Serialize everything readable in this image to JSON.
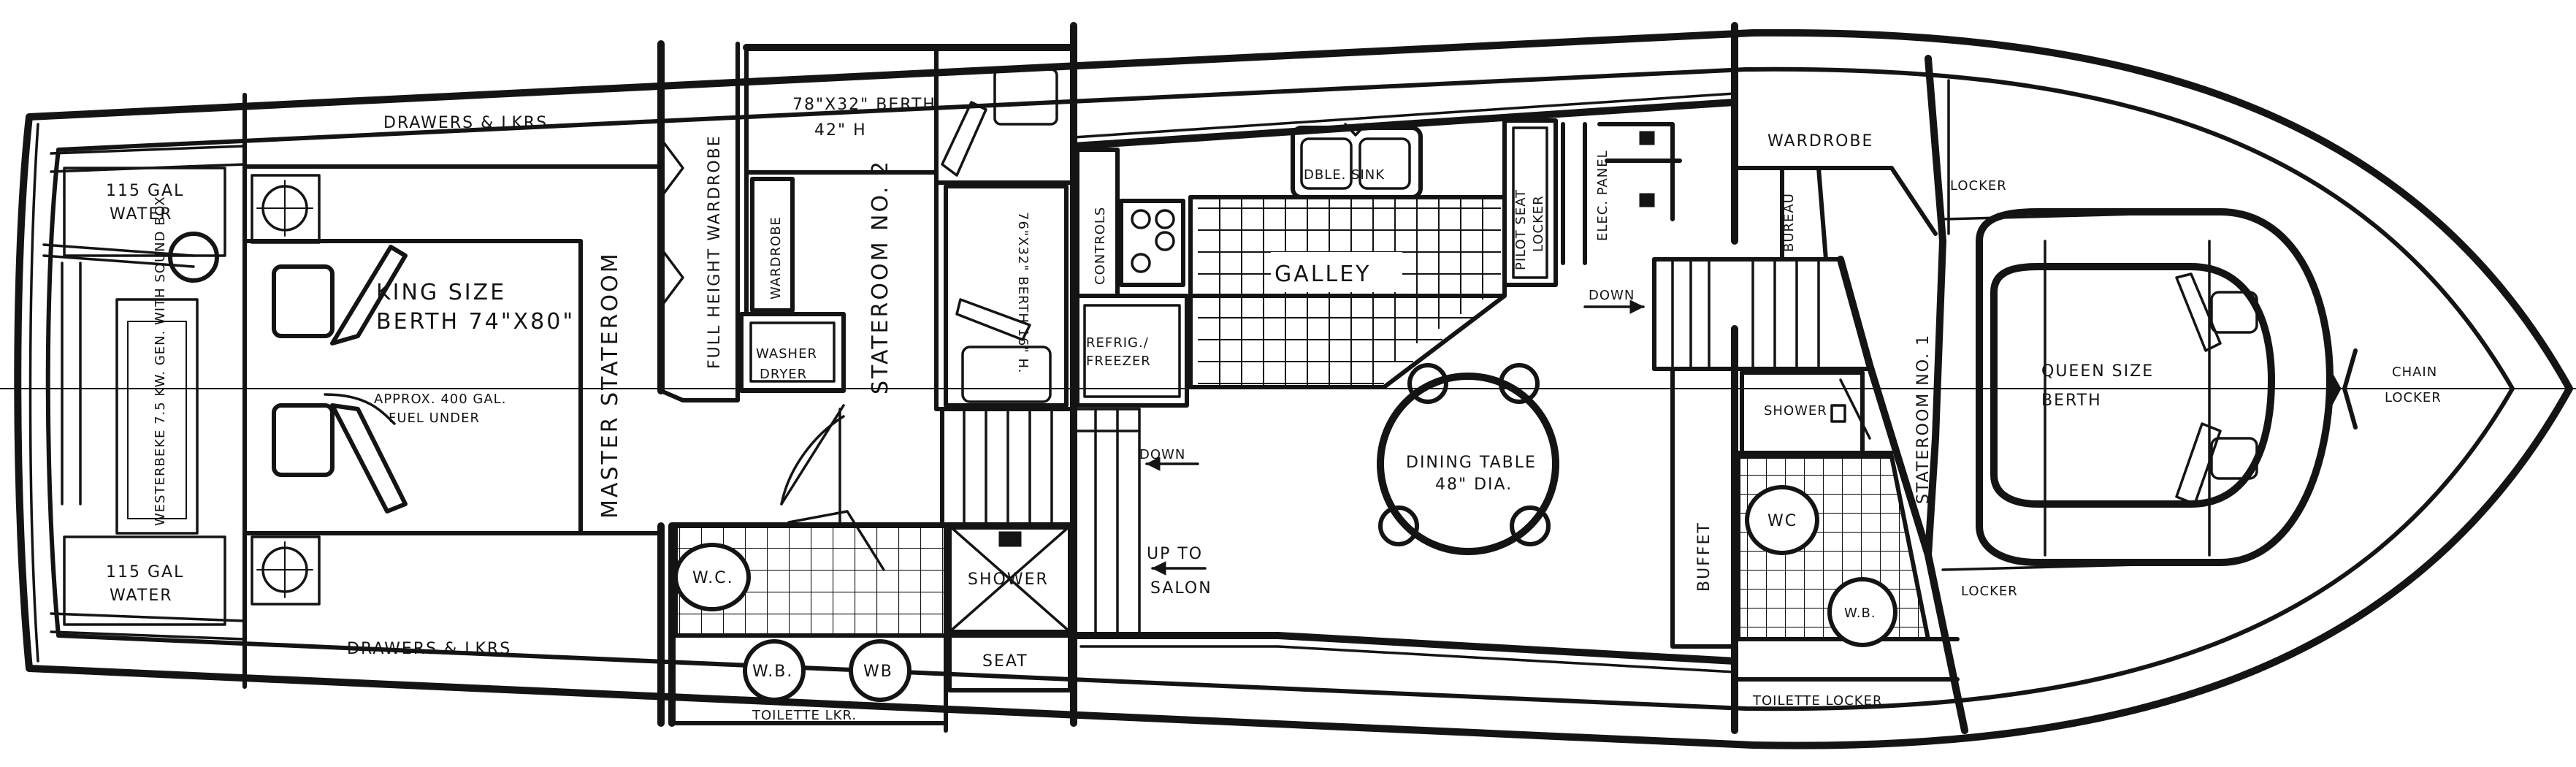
{
  "labels": {
    "drawers_top": "DRAWERS & LKRS.",
    "drawers_bottom": "DRAWERS & LKRS",
    "water_top_1": "115 GAL",
    "water_top_2": "WATER",
    "water_bottom_1": "115 GAL",
    "water_bottom_2": "WATER",
    "generator": "WESTERBEKE 7.5 KW. GEN. WITH SOUND BOX",
    "king_1": "KING SIZE",
    "king_2": "BERTH 74\"x80\"",
    "fuel_1": "APPROX. 400 GAL.",
    "fuel_2": "FUEL UNDER",
    "master": "MASTER STATEROOM",
    "full_wardrobe": "FULL HEIGHT WARDROBE",
    "washer_1": "WASHER",
    "washer_2": "DRYER",
    "wardrobe_small": "WARDROBE",
    "stateroom2": "STATEROOM No. 2",
    "berth_upper_1": "78\"x32\" BERTH",
    "berth_upper_2": "42\" H",
    "berth_lower": "76\"x32\" BERTH 16\" H.",
    "controls": "CONTROLS",
    "refrig_1": "REFRIG./",
    "refrig_2": "FREEZER",
    "galley": "GALLEY",
    "dble_sink": "DBLE. SINK",
    "pilot_1": "PILOT SEAT",
    "pilot_2": "LOCKER",
    "elec_panel": "ELEC. PANEL",
    "dining_1": "DINING TABLE",
    "dining_2": "48\" DIA.",
    "down_main": "DOWN",
    "up_salon_1": "UP TO",
    "up_salon_2": "SALON",
    "shower_aft": "SHOWER",
    "seat": "SEAT",
    "wc_aft": "W.C.",
    "wb_1": "W.B.",
    "wb_2": "WB",
    "toilette_aft": "TOILETTE LKR.",
    "wardrobe_fwd": "WARDROBE",
    "down_fwd": "DOWN",
    "shower_fwd": "SHOWER",
    "wc_fwd": "WC",
    "wb_fwd": "W.B.",
    "buffet": "BUFFET",
    "toilette_fwd": "TOILETTE LOCKER",
    "bureau": "BUREAU",
    "stateroom1": "STATEROOM No. 1",
    "queen_1": "QUEEN SIZE",
    "queen_2": "BERTH",
    "locker_top": "LOCKER",
    "locker_bottom": "LOCKER",
    "chain_1": "CHAIN",
    "chain_2": "LOCKER"
  }
}
